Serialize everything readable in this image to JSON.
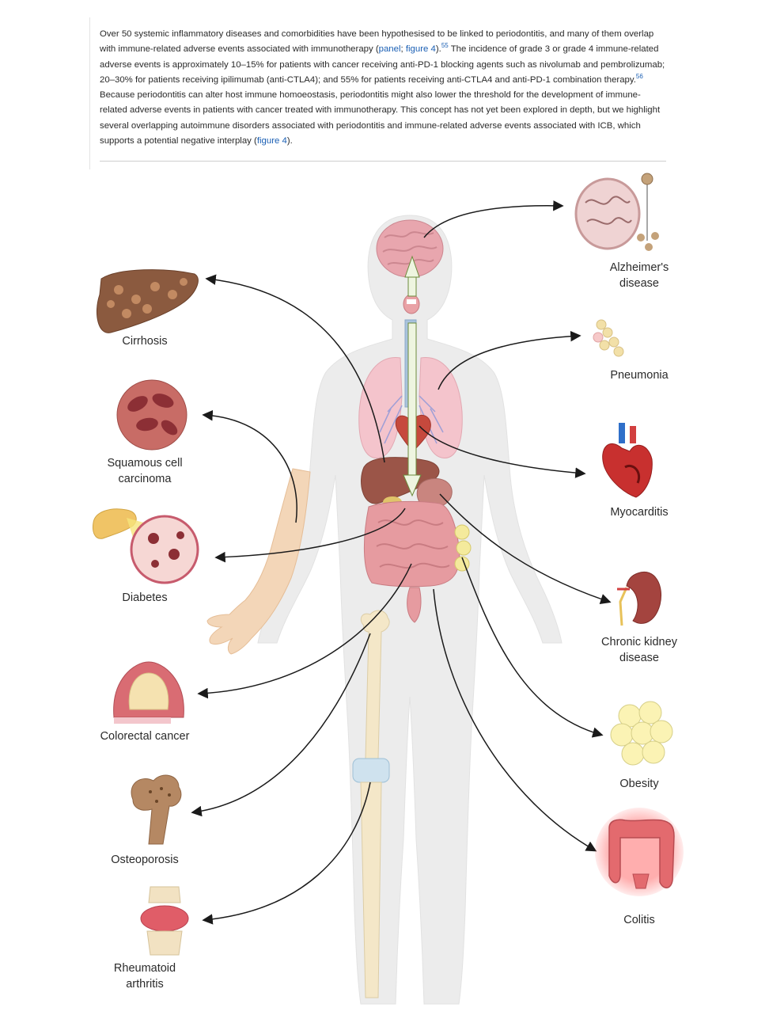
{
  "paragraph": {
    "p1": "Over 50 systemic inflammatory diseases and comorbidities have been hypothesised to be linked to periodontitis, and many of them overlap with immune-related adverse events associated with immunotherapy (",
    "link_panel": "panel",
    "sep": "; ",
    "link_figure4_a": "figure 4",
    "p2": ").",
    "ref55": "55",
    "p3": " The incidence of grade 3 or grade 4 immune-related adverse events is approximately 10–15% for patients with cancer receiving anti-PD-1 blocking agents such as nivolumab and pembrolizumab; 20–30% for patients receiving ipilimumab (anti-CTLA4); and 55% for patients receiving anti-CTLA4 and anti-PD-1 combination therapy.",
    "ref56": "56",
    "p4": " Because periodontitis can alter host immune homoeostasis, periodontitis might also lower the threshold for the development of immune-related adverse events in patients with cancer treated with immunotherapy. This concept has not yet been explored in depth, but we highlight several overlapping autoimmune disorders associated with periodontitis and immune-related adverse events associated with ICB, which supports a potential negative interplay (",
    "link_figure4_b": "figure 4",
    "p5": ")."
  },
  "diseases_left": {
    "cirrhosis": "Cirrhosis",
    "scc_line1": "Squamous cell",
    "scc_line2": "carcinoma",
    "diabetes": "Diabetes",
    "colorectal": "Colorectal cancer",
    "osteoporosis": "Osteoporosis",
    "ra_line1": "Rheumatoid",
    "ra_line2": "arthritis"
  },
  "diseases_right": {
    "alz_line1": "Alzheimer's",
    "alz_line2": "disease",
    "pneumonia": "Pneumonia",
    "myocarditis": "Myocarditis",
    "ckd_line1": "Chronic kidney",
    "ckd_line2": "disease",
    "obesity": "Obesity",
    "colitis": "Colitis"
  },
  "colors": {
    "body": "#ececec",
    "brain": "#e8a6ae",
    "lung": "#f4c4cc",
    "liver": "#9b5548",
    "intestine": "#e69ba0",
    "arrow": "#1a1a1a",
    "link": "#1a5fb4"
  }
}
